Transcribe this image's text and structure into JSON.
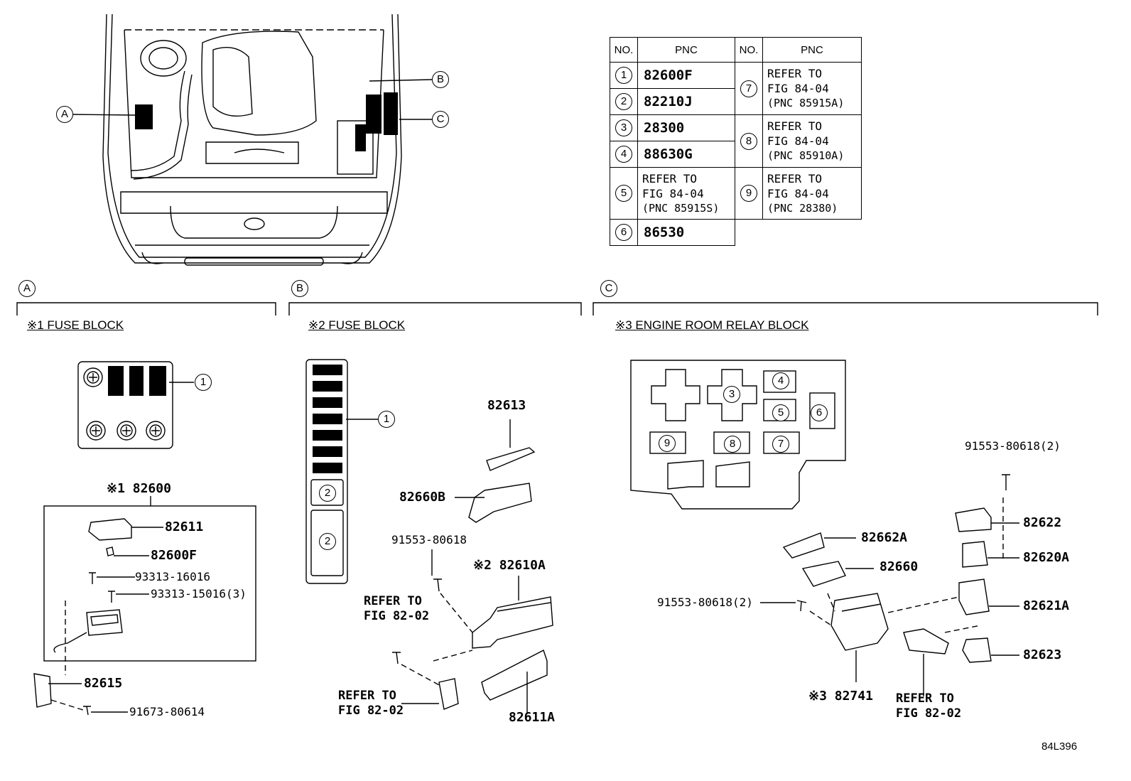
{
  "overview_callouts": [
    "A",
    "B",
    "C"
  ],
  "table": {
    "headers": [
      "NO.",
      "PNC",
      "NO.",
      "PNC"
    ],
    "rows": [
      {
        "no": "1",
        "pnc": "82600F"
      },
      {
        "no": "2",
        "pnc": "82210J"
      },
      {
        "no": "3",
        "pnc": "28300"
      },
      {
        "no": "4",
        "pnc": "88630G"
      },
      {
        "no": "5",
        "pnc": [
          "REFER TO",
          "FIG 84-04",
          "(PNC 85915S)"
        ]
      },
      {
        "no": "6",
        "pnc": "86530"
      },
      {
        "no": "7",
        "pnc": [
          "REFER TO",
          "FIG 84-04",
          "(PNC 85915A)"
        ]
      },
      {
        "no": "8",
        "pnc": [
          "REFER TO",
          "FIG 84-04",
          "(PNC 85910A)"
        ]
      },
      {
        "no": "9",
        "pnc": [
          "REFER TO",
          "FIG 84-04",
          "(PNC 28380)"
        ]
      }
    ]
  },
  "sections": {
    "a": {
      "letter": "A",
      "title": "※1 FUSE BLOCK"
    },
    "b": {
      "letter": "B",
      "title": "※2 FUSE BLOCK"
    },
    "c": {
      "letter": "C",
      "title": "※3 ENGINE ROOM RELAY BLOCK"
    }
  },
  "section_a": {
    "callout_1": "1",
    "assembly": "※1 82600",
    "parts": [
      "82611",
      "82600F",
      "93313-16016",
      "93313-15016(3)",
      "82615",
      "91673-80614"
    ]
  },
  "section_b": {
    "callouts": [
      "1",
      "2",
      "2"
    ],
    "parts": [
      "82613",
      "82660B",
      "91553-80618",
      "※2 82610A",
      "82611A"
    ],
    "refer_1": [
      "REFER TO",
      "FIG 82-02"
    ],
    "refer_2": [
      "REFER TO",
      "FIG 82-02"
    ]
  },
  "section_c": {
    "relay_numbers": [
      "3",
      "4",
      "5",
      "6",
      "9",
      "8",
      "7"
    ],
    "parts": [
      "91553-80618(2)",
      "82622",
      "82620A",
      "82621A",
      "82623",
      "82662A",
      "82660",
      "91553-80618(2)",
      "※3 82741"
    ],
    "refer": [
      "REFER TO",
      "FIG 82-02"
    ]
  },
  "stamp": "84L396"
}
